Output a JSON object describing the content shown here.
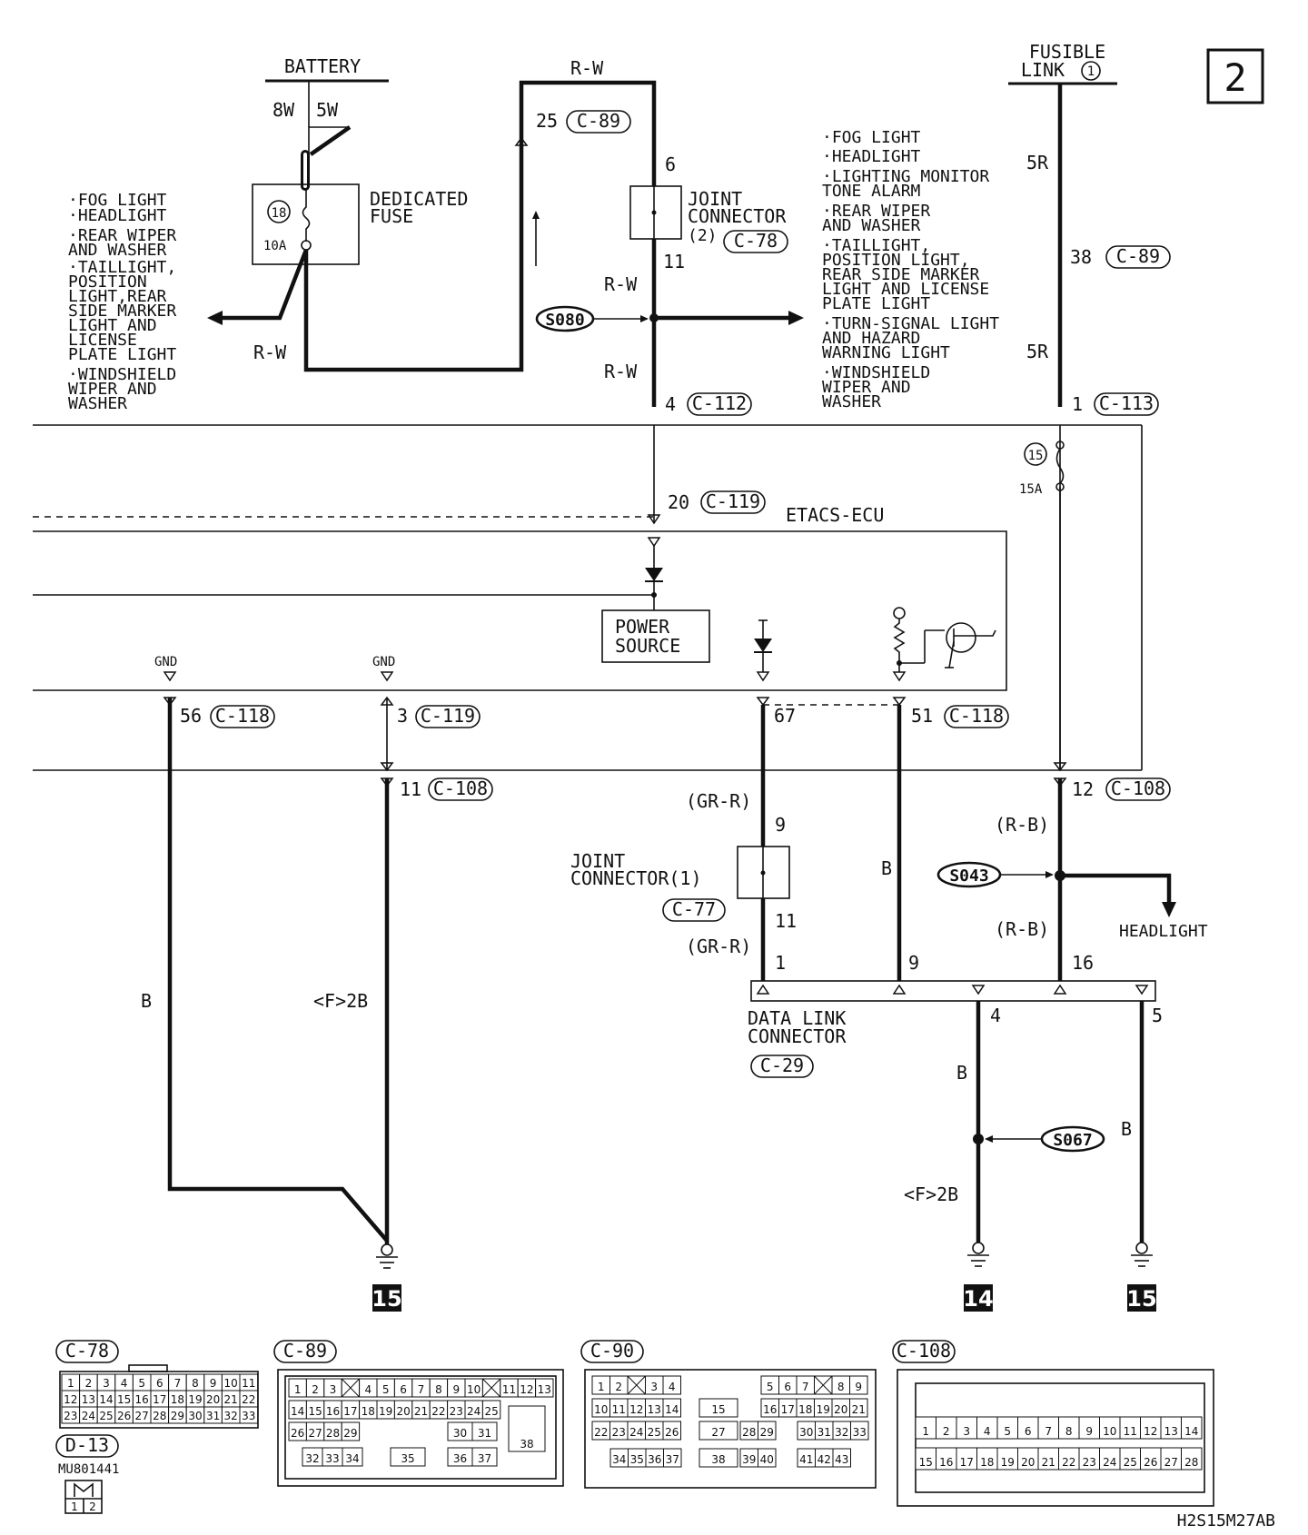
{
  "page_number": "2",
  "drawing_code": "H2S15M27AB",
  "battery": {
    "label": "BATTERY",
    "wire_a": "8W",
    "wire_b": "5W"
  },
  "fusible_link": {
    "label_line1": "FUSIBLE",
    "label_line2": "LINK",
    "number": "1",
    "wire_top": "5R",
    "wire_bottom": "5R"
  },
  "dedicated_fuse": {
    "label_line1": "DEDICATED",
    "label_line2": "FUSE",
    "number": "18",
    "rating": "10A"
  },
  "fuse15": {
    "number": "15",
    "rating": "15A"
  },
  "left_loads": [
    "·FOG LIGHT",
    "·HEADLIGHT",
    "·REAR WIPER",
    "  AND WASHER",
    "·TAILLIGHT,",
    "  POSITION",
    "  LIGHT,REAR",
    "  SIDE MARKER",
    "  LIGHT AND",
    "  LICENSE",
    "  PLATE LIGHT",
    "·WINDSHIELD",
    "  WIPER AND",
    "  WASHER"
  ],
  "right_loads": [
    "·FOG LIGHT",
    "·HEADLIGHT",
    "·LIGHTING MONITOR",
    "  TONE ALARM",
    "·REAR WIPER",
    "  AND WASHER",
    "·TAILLIGHT,",
    "  POSITION LIGHT,",
    "  REAR SIDE MARKER",
    "  LIGHT AND LICENSE",
    "  PLATE LIGHT",
    "·TURN-SIGNAL LIGHT",
    "  AND HAZARD",
    "  WARNING LIGHT",
    "·WINDSHIELD",
    "  WIPER AND",
    "  WASHER"
  ],
  "wires": {
    "rw": "R-W",
    "b": "B",
    "grr": "(GR-R)",
    "rb": "(R-B)",
    "f2b": "<F>2B"
  },
  "pins": {
    "p25": "25",
    "c89": "C-89",
    "p6": "6",
    "p11": "11",
    "p4": "4",
    "c112": "C-112",
    "p38": "38",
    "p1": "1",
    "c113": "C-113",
    "p20": "20",
    "c119": "C-119",
    "p56": "56",
    "c118": "C-118",
    "p3": "3",
    "p11b": "11",
    "c108": "C-108",
    "p67": "67",
    "p51": "51",
    "p12": "12",
    "p9": "9",
    "p11c": "11",
    "p1b": "1",
    "p9b": "9",
    "p16": "16",
    "p4b": "4",
    "p5": "5"
  },
  "joint_connector2": {
    "line1": "JOINT",
    "line2": "CONNECTOR",
    "line3": "(2)",
    "id": "C-78"
  },
  "joint_connector1": {
    "line1": "JOINT",
    "line2": "CONNECTOR(1)",
    "id": "C-77"
  },
  "ecu": {
    "label": "ETACS-ECU",
    "power_line1": "POWER",
    "power_line2": "SOURCE",
    "gnd": "GND"
  },
  "splices": {
    "s080": "S080",
    "s043": "S043",
    "s067": "S067"
  },
  "headlight": "HEADLIGHT",
  "data_link": {
    "line1": "DATA LINK",
    "line2": "CONNECTOR",
    "id": "C-29"
  },
  "grounds": {
    "g15a": "15",
    "g14": "14",
    "g15b": "15"
  },
  "connector_views": {
    "c78": {
      "title": "C-78",
      "row1": [
        "1",
        "2",
        "3",
        "4",
        "5",
        "6",
        "7",
        "8",
        "9",
        "10",
        "11"
      ],
      "row2": [
        "12",
        "13",
        "14",
        "15",
        "16",
        "17",
        "18",
        "19",
        "20",
        "21",
        "22"
      ],
      "row3": [
        "23",
        "24",
        "25",
        "26",
        "27",
        "28",
        "29",
        "30",
        "31",
        "32",
        "33"
      ]
    },
    "d13": {
      "title": "D-13",
      "part": "MU801441",
      "pins": [
        "1",
        "2"
      ]
    },
    "c89": {
      "title": "C-89",
      "row1": [
        "1",
        "2",
        "3",
        "",
        "4",
        "5",
        "6",
        "7",
        "8",
        "9",
        "10",
        "",
        "11",
        "12",
        "13"
      ],
      "row2": [
        "14",
        "15",
        "16",
        "17",
        "18",
        "19",
        "20",
        "21",
        "22",
        "23",
        "24",
        "25"
      ],
      "row3": [
        "26",
        "27",
        "28",
        "29",
        "30",
        "31"
      ],
      "row4": [
        "32",
        "33",
        "34",
        "35",
        "36",
        "37"
      ],
      "big": "38"
    },
    "c90": {
      "title": "C-90",
      "row1": [
        "1",
        "2",
        "",
        "3",
        "4",
        "5",
        "6",
        "7",
        "",
        "8",
        "9"
      ],
      "row2": [
        "10",
        "11",
        "12",
        "13",
        "14",
        "15",
        "16",
        "17",
        "18",
        "19",
        "20",
        "21"
      ],
      "row3": [
        "22",
        "23",
        "24",
        "25",
        "26",
        "27",
        "28",
        "29",
        "30",
        "31",
        "32",
        "33"
      ],
      "row4": [
        "34",
        "35",
        "36",
        "37",
        "38",
        "39",
        "40",
        "41",
        "42",
        "43"
      ]
    },
    "c108": {
      "title": "C-108",
      "row1": [
        "1",
        "2",
        "3",
        "4",
        "5",
        "6",
        "7",
        "8",
        "9",
        "10",
        "11",
        "12",
        "13",
        "14"
      ],
      "row2": [
        "15",
        "16",
        "17",
        "18",
        "19",
        "20",
        "21",
        "22",
        "23",
        "24",
        "25",
        "26",
        "27",
        "28"
      ]
    }
  }
}
